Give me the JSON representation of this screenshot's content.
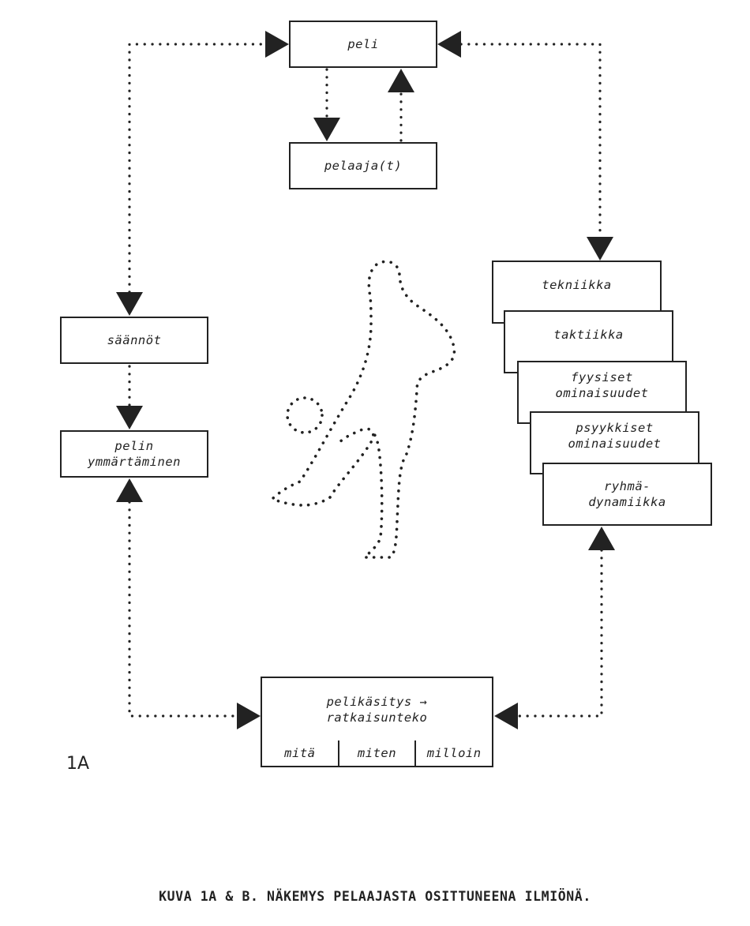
{
  "diagram": {
    "nodes": {
      "peli": {
        "lines": [
          "peli"
        ]
      },
      "pelaajat": {
        "lines": [
          "pelaaja(t)"
        ]
      },
      "saannot": {
        "lines": [
          "säännöt"
        ]
      },
      "pelin_ymmartaminen": {
        "lines": [
          "pelin",
          "ymmärtäminen"
        ]
      },
      "tekniikka": {
        "lines": [
          "tekniikka"
        ]
      },
      "taktiikka": {
        "lines": [
          "taktiikka"
        ]
      },
      "fyysiset": {
        "lines": [
          "fyysiset",
          "ominaisuudet"
        ]
      },
      "psyykkiset": {
        "lines": [
          "psyykkiset",
          "ominaisuudet"
        ]
      },
      "ryhmadynamiikka": {
        "lines": [
          "ryhmä-",
          "dynamiikka"
        ]
      },
      "pelikasitys": {
        "lines": [
          "pelikäsitys →",
          "ratkaisunteko"
        ]
      }
    },
    "pelikasitys_sub": [
      "mitä",
      "miten",
      "milloin"
    ],
    "edges": [
      {
        "from": "saannot",
        "to": "peli",
        "style": "dotted",
        "arrows": "both"
      },
      {
        "from": "peli",
        "to": "tekniikka",
        "style": "dotted",
        "arrows": "both"
      },
      {
        "from": "peli",
        "to": "pelaajat",
        "style": "dotted",
        "arrows": "end"
      },
      {
        "from": "pelaajat",
        "to": "peli",
        "style": "dotted",
        "arrows": "end"
      },
      {
        "from": "saannot",
        "to": "pelin_ymmartaminen",
        "style": "dotted",
        "arrows": "end"
      },
      {
        "from": "pelin_ymmartaminen",
        "to": "pelikasitys",
        "style": "dotted",
        "arrows": "both"
      },
      {
        "from": "ryhmadynamiikka",
        "to": "pelikasitys",
        "style": "dotted",
        "arrows": "both"
      }
    ],
    "illustration": "dotted-outline-player-with-ball",
    "figure_label": "1A"
  },
  "caption": "KUVA 1A & B. NÄKEMYS PELAAJASTA OSITTUNEENA ILMIÖNÄ.",
  "colors": {
    "ink": "#222222",
    "background": "#ffffff"
  }
}
